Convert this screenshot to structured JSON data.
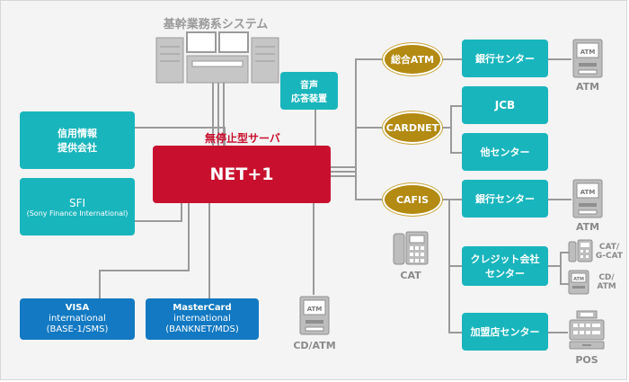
{
  "system": {
    "title": "基幹業務系システム"
  },
  "server": {
    "caption": "無停止型サーバ",
    "name": "NET+1"
  },
  "voice": {
    "line1": "音声",
    "line2": "応答装置"
  },
  "left": {
    "credit": {
      "line1": "信用情報",
      "line2": "提供会社"
    },
    "sfi": {
      "line1": "SFI",
      "line2": "(Sony Finance International)"
    }
  },
  "bottom": {
    "visa": {
      "line1": "VISA",
      "line2": "international",
      "line3": "(BASE-1/SMS)"
    },
    "mastercard": {
      "line1": "MasterCard",
      "line2": "international",
      "line3": "(BANKNET/MDS)"
    },
    "cdatm": {
      "label": "CD/ATM",
      "screen": "ATM"
    }
  },
  "networks": {
    "atm": {
      "label": "総合ATM"
    },
    "cardnet": {
      "label": "CARDNET"
    },
    "cafis": {
      "label": "CAFIS"
    }
  },
  "right": {
    "bank1": {
      "label": "銀行センター"
    },
    "jcb": {
      "label": "JCB"
    },
    "other": {
      "label": "他センター"
    },
    "bank2": {
      "label": "銀行センター"
    },
    "credit": {
      "line1": "クレジット会社",
      "line2": "センター"
    },
    "merchant": {
      "label": "加盟店センター"
    }
  },
  "devices": {
    "atm1": {
      "label": "ATM",
      "screen": "ATM"
    },
    "atm2": {
      "label": "ATM",
      "screen": "ATM"
    },
    "cat": {
      "label": "CAT"
    },
    "catgcat": {
      "line1": "CAT/",
      "line2": "G-CAT"
    },
    "cdatm2": {
      "line1": "CD/",
      "line2": "ATM",
      "screen": "ATM"
    },
    "pos": {
      "label": "POS"
    }
  },
  "colors": {
    "teal": "#19b5bd",
    "blue": "#1279c2",
    "red": "#c8102e",
    "gold": "#b38a12",
    "line": "#9a9a9a"
  }
}
